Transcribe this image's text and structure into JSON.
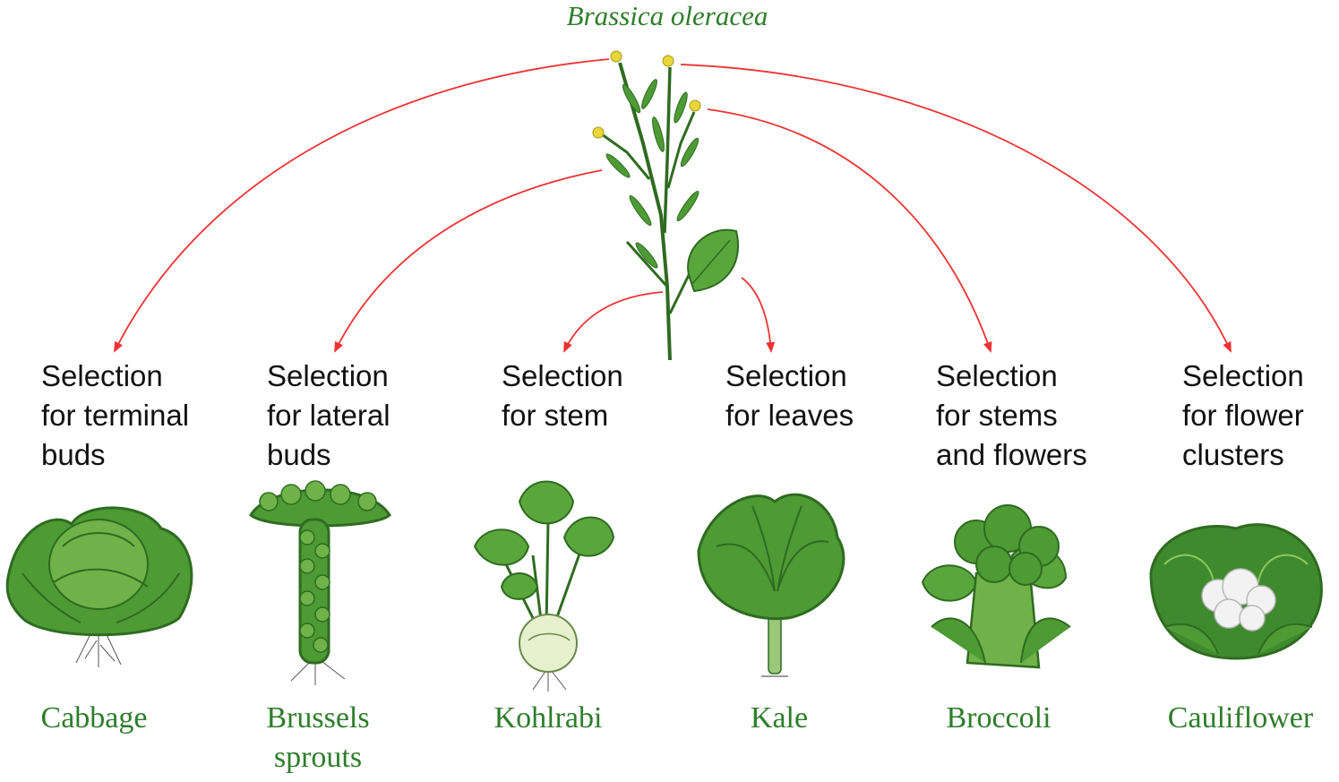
{
  "title": "Brassica oleracea",
  "colors": {
    "arrow": "#ee3333",
    "plant_dark": "#2f6b21",
    "plant_mid": "#4e9a35",
    "plant_light": "#8cc75e",
    "label_green": "#2e7d2b",
    "flower": "#e8d63a"
  },
  "varieties": [
    {
      "selection": [
        "Selection",
        "for terminal",
        "buds"
      ],
      "name": [
        "Cabbage"
      ],
      "icon": "cabbage-icon"
    },
    {
      "selection": [
        "Selection",
        "for lateral",
        "buds"
      ],
      "name": [
        "Brussels",
        "sprouts"
      ],
      "icon": "brussels-sprouts-icon"
    },
    {
      "selection": [
        "Selection",
        "for stem"
      ],
      "name": [
        "Kohlrabi"
      ],
      "icon": "kohlrabi-icon"
    },
    {
      "selection": [
        "Selection",
        "for leaves"
      ],
      "name": [
        "Kale"
      ],
      "icon": "kale-icon"
    },
    {
      "selection": [
        "Selection",
        "for stems",
        "and flowers"
      ],
      "name": [
        "Broccoli"
      ],
      "icon": "broccoli-icon"
    },
    {
      "selection": [
        "Selection",
        "for flower",
        "clusters"
      ],
      "name": [
        "Cauliflower"
      ],
      "icon": "cauliflower-icon"
    }
  ]
}
